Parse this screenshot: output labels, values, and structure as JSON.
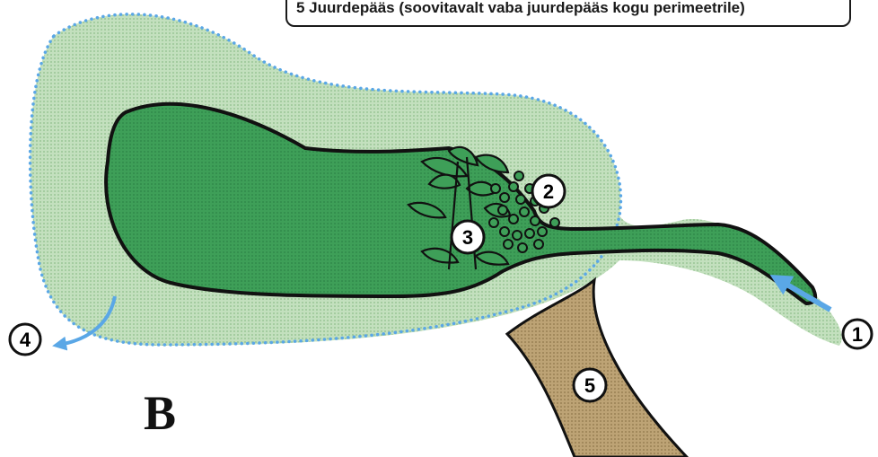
{
  "legend": {
    "text": "5  Juurdepääs (soovitavalt vaba juurdepääs kogu perimeetrile)"
  },
  "panel_label": "B",
  "callouts": {
    "c1": "1",
    "c2": "2",
    "c3": "3",
    "c4": "4",
    "c5": "5"
  },
  "colors": {
    "buffer_fill": "#b9d9b4",
    "wetland_fill": "#3ea15a",
    "access_fill": "#b69b6e",
    "flow_arrow": "#5aa7e6",
    "outline": "#111111"
  }
}
